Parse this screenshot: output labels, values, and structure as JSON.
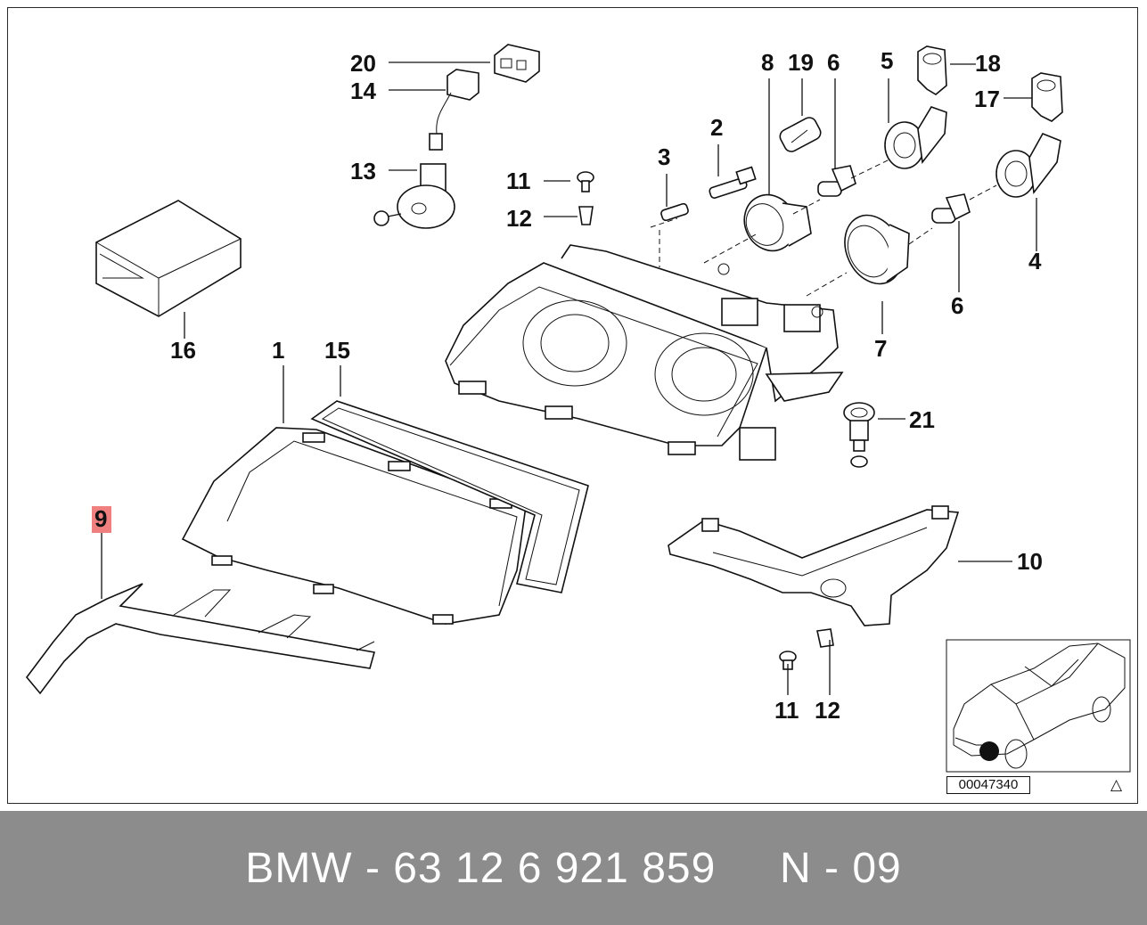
{
  "diagram": {
    "callouts": {
      "c20": "20",
      "c14": "14",
      "c13": "13",
      "c16": "16",
      "c11a": "11",
      "c12a": "12",
      "c3": "3",
      "c2": "2",
      "c8": "8",
      "c19": "19",
      "c6a": "6",
      "c5": "5",
      "c18": "18",
      "c17": "17",
      "c4": "4",
      "c6b": "6",
      "c7": "7",
      "c1": "1",
      "c15": "15",
      "c21": "21",
      "c9": "9",
      "c10": "10",
      "c11b": "11",
      "c12b": "12"
    },
    "highlighted_part": "9",
    "doc_number": "00047340",
    "colors": {
      "highlight": "#f08080",
      "footer": "#8c8c8c"
    }
  },
  "footer": {
    "brand": "BMW",
    "part_number": "63 12 6 921 859",
    "separator": "-",
    "code_prefix": "N",
    "code": "09"
  }
}
